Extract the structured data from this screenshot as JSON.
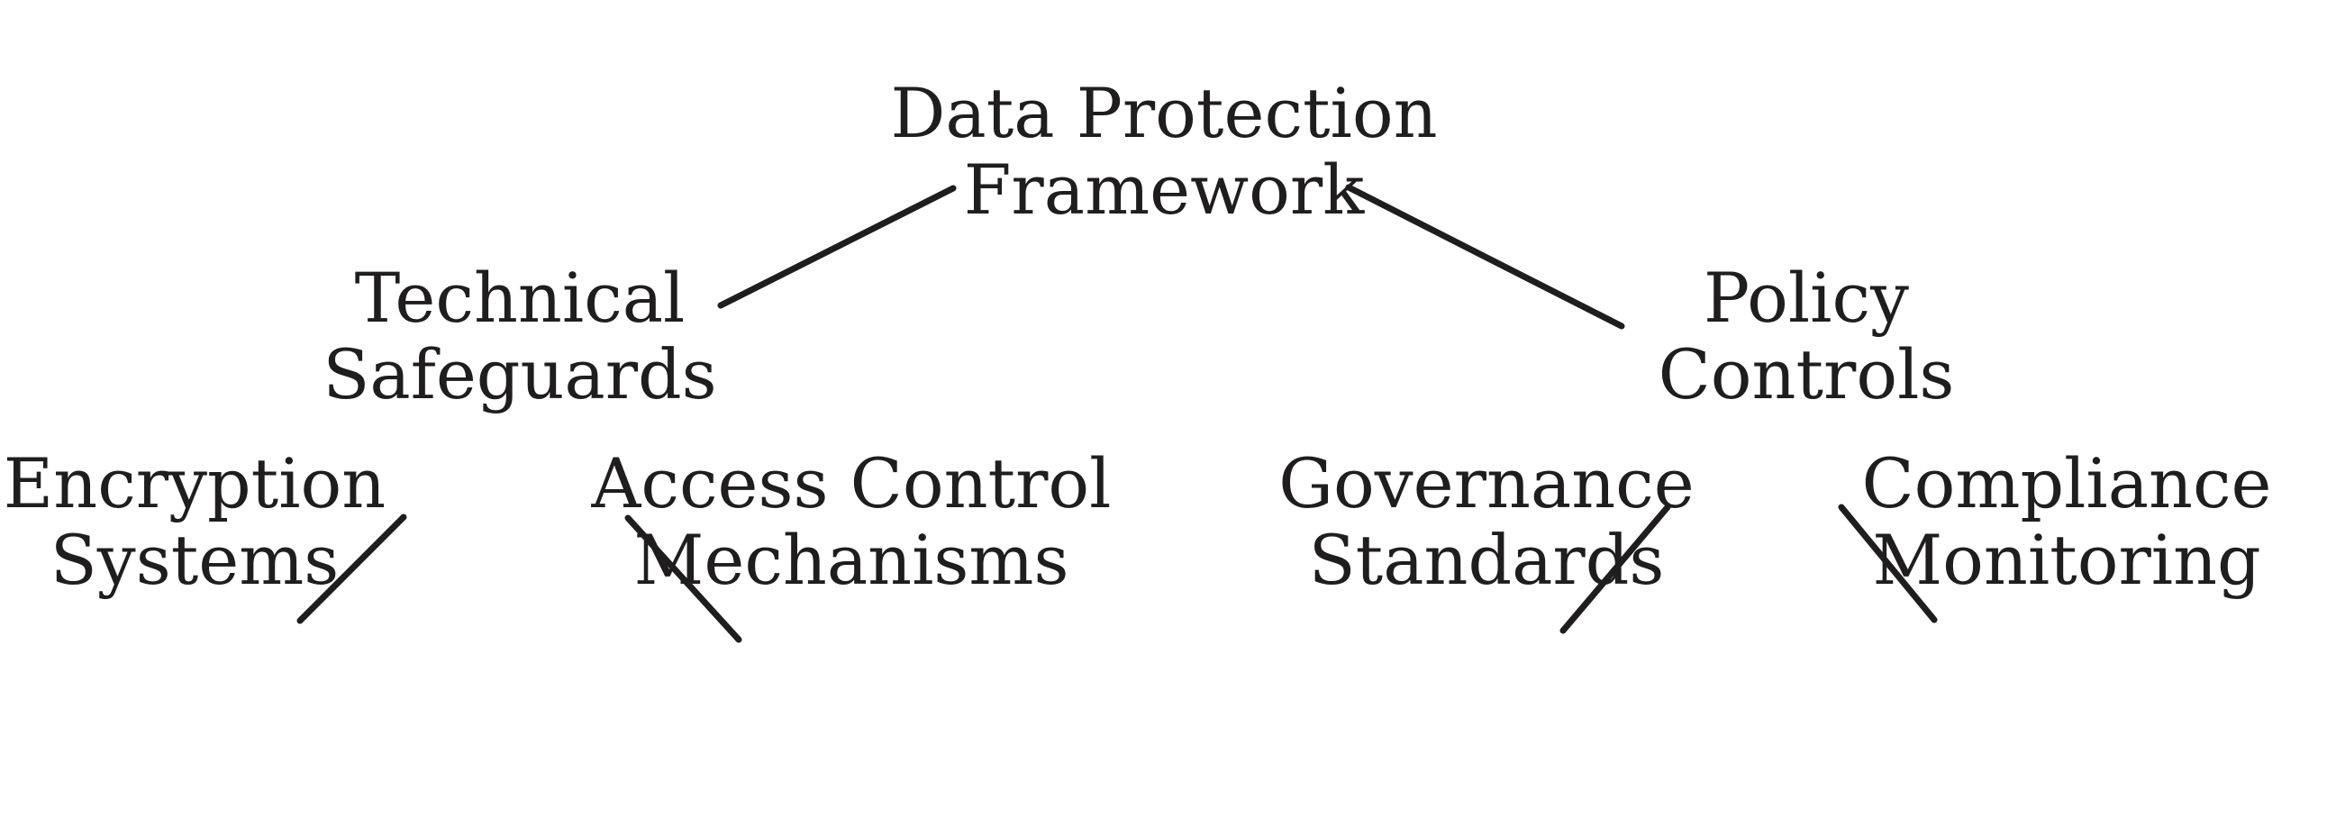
{
  "diagram": {
    "title": "Data Protection Framework tree diagram",
    "background_color": "#ffffff",
    "text_color": "#1f1d1e",
    "edge_color": "#1f1d1e",
    "nodes": {
      "root": {
        "label": "Data Protection\nFramework",
        "line1": "Data Protection",
        "line2": "Framework",
        "level": 0
      },
      "branch_left": {
        "label": "Technical\nSafeguards",
        "line1": "Technical",
        "line2": "Safeguards",
        "level": 1
      },
      "branch_right": {
        "label": "Policy\nControls",
        "line1": "Policy",
        "line2": "Controls",
        "level": 1
      },
      "leaf_1": {
        "label": "Encryption\nSystems",
        "line1": "Encryption",
        "line2": "Systems",
        "level": 2
      },
      "leaf_2": {
        "label": "Access Control\nMechanisms",
        "line1": "Access Control",
        "line2": "Mechanisms",
        "level": 2
      },
      "leaf_3": {
        "label": "Governance\nStandards",
        "line1": "Governance",
        "line2": "Standards",
        "level": 2
      },
      "leaf_4": {
        "label": "Compliance\nMonitoring",
        "line1": "Compliance",
        "line2": "Monitoring",
        "level": 2
      }
    },
    "edges": [
      {
        "from": "root",
        "to": "branch_left"
      },
      {
        "from": "root",
        "to": "branch_right"
      },
      {
        "from": "branch_left",
        "to": "leaf_1"
      },
      {
        "from": "branch_left",
        "to": "leaf_2"
      },
      {
        "from": "branch_right",
        "to": "leaf_3"
      },
      {
        "from": "branch_right",
        "to": "leaf_4"
      }
    ]
  }
}
